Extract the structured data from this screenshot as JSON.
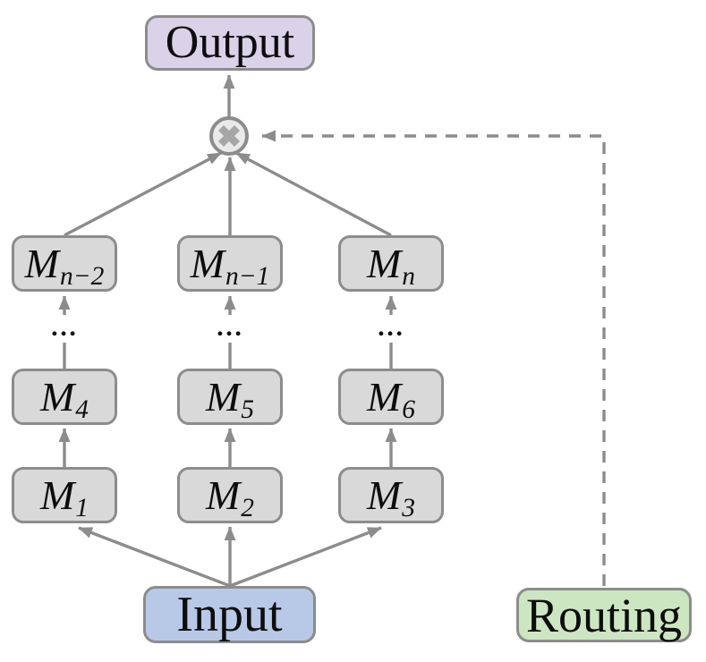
{
  "diagram": {
    "title_hint": "ensemble-routing-architecture",
    "output": {
      "label": "Output"
    },
    "input": {
      "label": "Input"
    },
    "routing": {
      "label": "Routing"
    },
    "ellipsis": "…",
    "icons": {
      "combine": "multiply-circle-icon"
    },
    "rows": {
      "top": [
        {
          "base": "M",
          "sub": "n−2"
        },
        {
          "base": "M",
          "sub": "n−1"
        },
        {
          "base": "M",
          "sub": "n"
        }
      ],
      "middle": [
        {
          "base": "M",
          "sub": "4"
        },
        {
          "base": "M",
          "sub": "5"
        },
        {
          "base": "M",
          "sub": "6"
        }
      ],
      "bottom": [
        {
          "base": "M",
          "sub": "1"
        },
        {
          "base": "M",
          "sub": "2"
        },
        {
          "base": "M",
          "sub": "3"
        }
      ]
    },
    "colors": {
      "output_fill": "#d9d2e9",
      "input_fill": "#b8c9e8",
      "routing_fill": "#cde6c2",
      "model_fill": "#d9d9d9",
      "border": "#8c8c8c",
      "arrow": "#8c8c8c",
      "text": "#0d0d0d"
    }
  }
}
